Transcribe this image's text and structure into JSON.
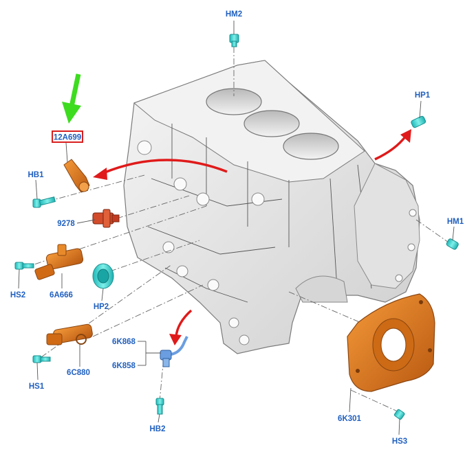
{
  "diagram": {
    "highlighted_part": "12A699",
    "callouts": [
      {
        "id": "hm2",
        "text": "HM2"
      },
      {
        "id": "hp1",
        "text": "HP1"
      },
      {
        "id": "12a699",
        "text": "12A699",
        "highlight": true
      },
      {
        "id": "hb1",
        "text": "HB1"
      },
      {
        "id": "9278",
        "text": "9278"
      },
      {
        "id": "hm1",
        "text": "HM1"
      },
      {
        "id": "hs2",
        "text": "HS2"
      },
      {
        "id": "6a666",
        "text": "6A666"
      },
      {
        "id": "hp2",
        "text": "HP2"
      },
      {
        "id": "6k868",
        "text": "6K868"
      },
      {
        "id": "6k858",
        "text": "6K858"
      },
      {
        "id": "6c880",
        "text": "6C880"
      },
      {
        "id": "hs1",
        "text": "HS1"
      },
      {
        "id": "hb2",
        "text": "HB2"
      },
      {
        "id": "6k301",
        "text": "6K301"
      },
      {
        "id": "hs3",
        "text": "HS3"
      }
    ],
    "colors": {
      "label": "#1f5fbf",
      "highlight_border": "#d81e1e",
      "pointer_arrow": "#3ddc1f",
      "motion_arrow": "#e01a1a",
      "fastener": "#35d6d0",
      "orange_part": "#e07a1a",
      "red_part": "#d24b2a",
      "blue_part": "#6a9ee0",
      "block": "#e9e9e9",
      "block_outline": "#7a7a7a"
    }
  }
}
